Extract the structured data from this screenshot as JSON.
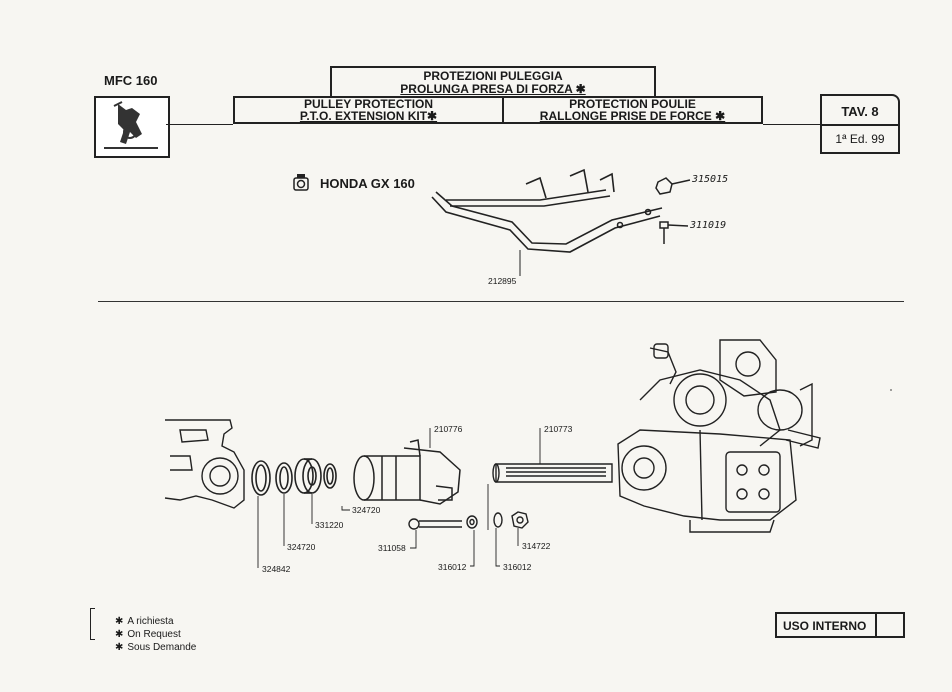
{
  "header": {
    "model": "MFC 160",
    "title_it_line1": "PROTEZIONI PULEGGIA",
    "title_it_line2": "PROLUNGA PRESA DI FORZA ✱",
    "title_en_line1": "PULLEY PROTECTION",
    "title_en_line2": "P.T.O. EXTENSION KIT✱",
    "title_fr_line1": "PROTECTION POULIE",
    "title_fr_line2": "RALLONGE PRISE DE FORCE ✱",
    "tav": "TAV. 8",
    "edition": "1ª Ed. 99"
  },
  "engine_label": "HONDA GX 160",
  "parts_upper": {
    "frame": "212895",
    "nut": "315015",
    "bolt": "311019"
  },
  "parts_lower": {
    "housing": "210776",
    "shaft": "210773",
    "seal": "324720",
    "bearing": "331220",
    "ring": "324720",
    "circlip": "324842",
    "long_bolt": "311058",
    "washer_a": "316012",
    "washer_b": "316012",
    "nut": "314722"
  },
  "legend": {
    "symbol": "✱",
    "it": "A richiesta",
    "en": "On Request",
    "fr": "Sous Demande"
  },
  "footer": {
    "uso": "USO INTERNO"
  }
}
